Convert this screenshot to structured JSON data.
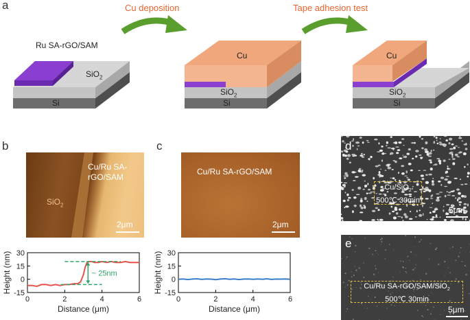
{
  "panels": {
    "a": "a",
    "b": "b",
    "c": "c",
    "d": "d",
    "e": "e"
  },
  "schematic": {
    "step1": "Cu deposition",
    "step2": "Tape adhesion test",
    "film_label": "Ru SA-rGO/SAM",
    "cu": "Cu",
    "sio2": "SiO",
    "sio2_sub": "2",
    "si": "Si"
  },
  "afm_b": {
    "right_label_line1": "Cu/Ru SA-",
    "right_label_line2": "rGO/SAM",
    "left_label": "SiO",
    "left_label_sub": "2",
    "scale": "2μm"
  },
  "afm_c": {
    "label": "Cu/Ru SA-rGO/SAM",
    "scale": "2μm"
  },
  "sem_d": {
    "label_line1": "Cu/SiO",
    "label_line1_sub": "2",
    "label_line2": "500℃ 30min",
    "scale": "5μm"
  },
  "sem_e": {
    "label_line1": "Cu/Ru SA-rGO/SAM/SiO",
    "label_line1_sub": "2",
    "label_line2": "500℃ 30min",
    "scale": "5μm"
  },
  "colors": {
    "accent": "#e8642c",
    "arrow": "#5a9e2e",
    "film": "#8a3fd0",
    "cu": "#f0a77b",
    "profile_b": "#e8504a",
    "profile_c": "#3a7dc9",
    "annot": "#2fa66a"
  },
  "chart_data": [
    {
      "type": "line",
      "panel": "b",
      "xlabel": "Distance (μm)",
      "ylabel": "Height (nm)",
      "xlim": [
        0,
        6
      ],
      "ylim": [
        -15,
        30
      ],
      "xticks": [
        0,
        2,
        4,
        6
      ],
      "yticks": [
        -15,
        0,
        15,
        30
      ],
      "annotation": "~ 25nm",
      "series": [
        {
          "x": [
            0,
            0.25,
            0.5,
            0.75,
            1.0,
            1.25,
            1.5,
            1.75,
            2.0,
            2.25,
            2.5,
            2.7,
            2.85,
            3.0,
            3.1,
            3.2,
            3.3,
            3.45,
            3.6,
            3.8,
            4.0,
            4.25,
            4.5,
            4.75,
            5.0,
            5.25,
            5.5,
            5.75,
            6.0
          ],
          "y": [
            -7,
            -7,
            -8,
            -6,
            -6,
            -7,
            -6,
            -7,
            -6,
            -6,
            -5,
            -5,
            -3,
            5,
            14,
            19,
            20,
            20,
            19,
            19,
            20,
            19,
            20,
            19,
            19,
            20,
            19,
            19,
            19
          ]
        }
      ]
    },
    {
      "type": "line",
      "panel": "c",
      "xlabel": "Distance (μm)",
      "ylabel": "Height (nm)",
      "xlim": [
        0,
        6
      ],
      "ylim": [
        -15,
        30
      ],
      "xticks": [
        0,
        2,
        4,
        6
      ],
      "yticks": [
        -15,
        0,
        15,
        30
      ],
      "series": [
        {
          "x": [
            0,
            0.25,
            0.5,
            0.75,
            1.0,
            1.25,
            1.5,
            1.75,
            2.0,
            2.25,
            2.5,
            2.75,
            3.0,
            3.25,
            3.5,
            3.75,
            4.0,
            4.25,
            4.5,
            4.75,
            5.0,
            5.25,
            5.5,
            5.75,
            6.0
          ],
          "y": [
            0,
            0.4,
            -0.3,
            0.2,
            0.5,
            -0.2,
            0.3,
            0.1,
            -0.4,
            0.2,
            0.6,
            0.0,
            0.3,
            -0.3,
            0.2,
            0.4,
            -0.1,
            0.3,
            0.0,
            0.5,
            -0.2,
            0.2,
            0.1,
            0.3,
            0.0
          ]
        }
      ]
    }
  ]
}
